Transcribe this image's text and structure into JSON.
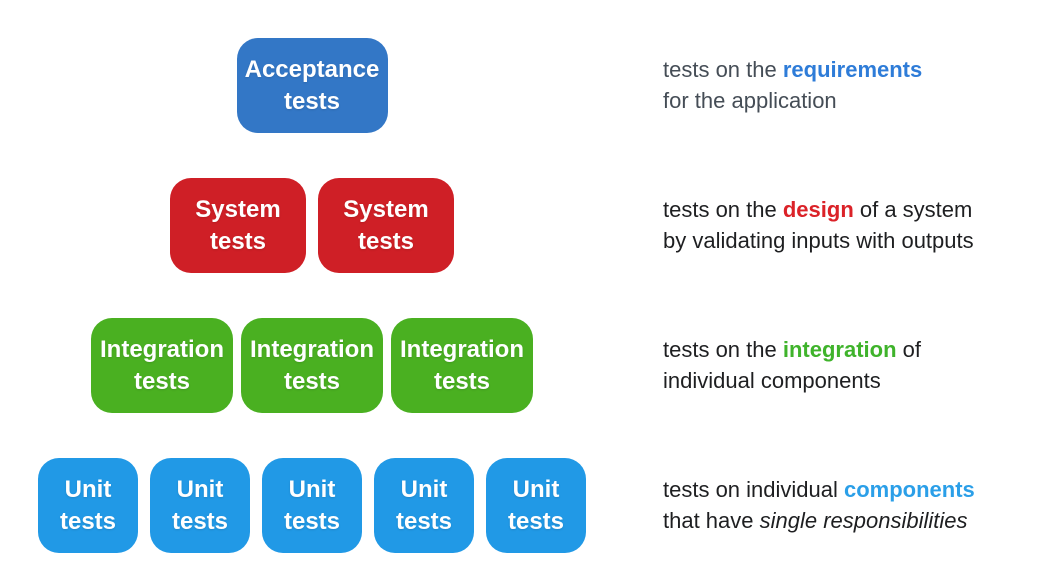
{
  "colors": {
    "background": "#FFFFFF",
    "box_text": "#FFFFFF",
    "acceptance_box": "#3377C6",
    "system_box": "#CF1F26",
    "integration_box": "#4AB021",
    "unit_box": "#2199E6"
  },
  "rows": [
    {
      "name": "acceptance",
      "box_line1": "Acceptance",
      "box_line2": "tests",
      "box_count": 1,
      "box_color": "#3377C6",
      "highlight_color": "#2E7CD8",
      "text_color": "#454D56",
      "desc": {
        "pre": "tests on the ",
        "em": "requirements",
        "post": "",
        "line2_pre": "for the application",
        "line2_italic": ""
      }
    },
    {
      "name": "system",
      "box_line1": "System",
      "box_line2": "tests",
      "box_count": 2,
      "box_color": "#CF1F26",
      "highlight_color": "#DB2228",
      "text_color": "#1E1F21",
      "desc": {
        "pre": "tests on the ",
        "em": "design",
        "post": " of a system",
        "line2_pre": "by validating inputs with outputs",
        "line2_italic": ""
      }
    },
    {
      "name": "integration",
      "box_line1": "Integration",
      "box_line2": "tests",
      "box_count": 3,
      "box_color": "#4AB021",
      "highlight_color": "#3FB32B",
      "text_color": "#1E1F21",
      "desc": {
        "pre": "tests on the ",
        "em": "integration",
        "post": " of",
        "line2_pre": "individual components",
        "line2_italic": ""
      }
    },
    {
      "name": "unit",
      "box_line1": "Unit",
      "box_line2": "tests",
      "box_count": 5,
      "box_color": "#2199E6",
      "highlight_color": "#2B9FE8",
      "text_color": "#1E1F21",
      "desc": {
        "pre": "tests on individual ",
        "em": "components",
        "post": "",
        "line2_pre": "that have ",
        "line2_italic": "single responsibilities"
      }
    }
  ]
}
